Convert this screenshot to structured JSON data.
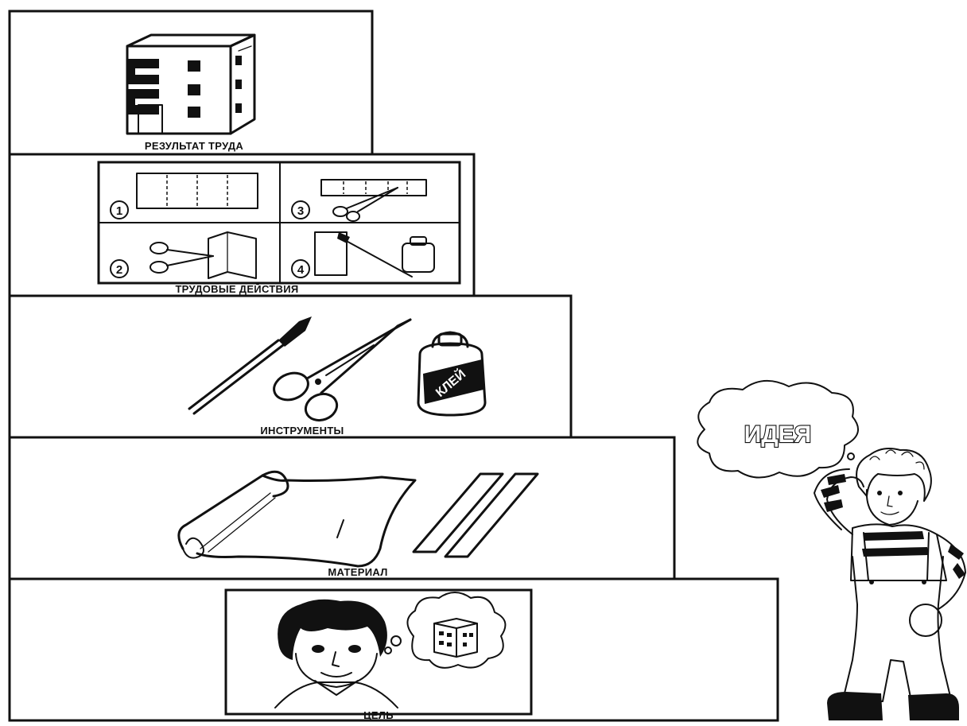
{
  "levels": {
    "result": "РЕЗУЛЬТАТ ТРУДА",
    "actions": "ТРУДОВЫЕ ДЕЙСТВИЯ",
    "tools": "ИНСТРУМЕНТЫ",
    "material": "МАТЕРИАЛ",
    "goal": "ЦЕЛЬ"
  },
  "steps": [
    "1",
    "3",
    "2",
    "4"
  ],
  "idea_bubble": "ИДЕЯ",
  "glue_label": "КЛЕЙ"
}
